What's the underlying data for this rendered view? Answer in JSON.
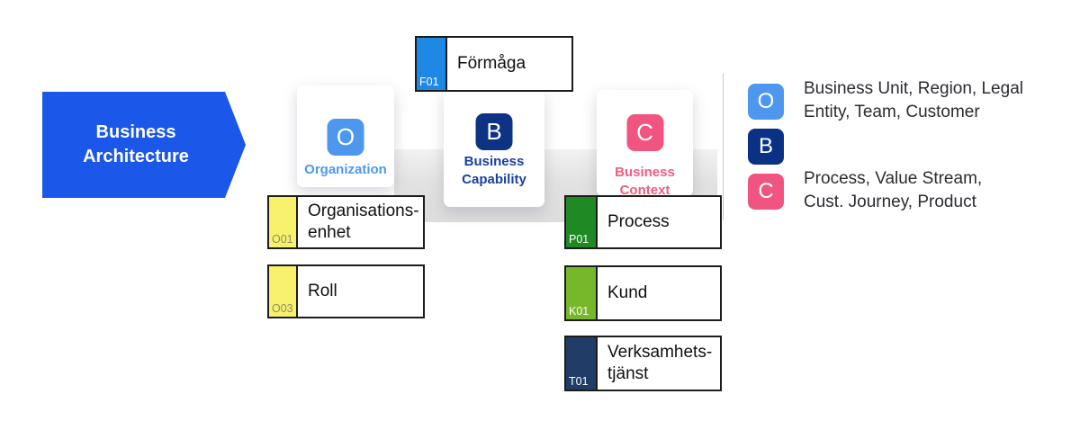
{
  "arrow": {
    "label": "Business\nArchitecture",
    "color": "#1b57e9"
  },
  "cards": [
    {
      "letter": "O",
      "label": "Organization",
      "icon_color": "#4e97ee",
      "label_color": "#4b9af0"
    },
    {
      "letter": "B",
      "label": "Business\nCapability",
      "icon_color": "#0e3384",
      "label_color": "#1c3f9f"
    },
    {
      "letter": "C",
      "label": "Business\nContext",
      "icon_color": "#f1547e",
      "label_color": "#f25c80"
    }
  ],
  "boxes": [
    {
      "id": "F01",
      "label": "Förmåga",
      "strip_color": "#1e88e5",
      "id_color": "#ffffff"
    },
    {
      "id": "O01",
      "label": "Organisations-\nenhet",
      "strip_color": "#f7f16b",
      "id_color": "#8f8f68"
    },
    {
      "id": "O03",
      "label": "Roll",
      "strip_color": "#f7f16b",
      "id_color": "#8f8f68"
    },
    {
      "id": "P01",
      "label": "Process",
      "strip_color": "#1f8a24",
      "id_color": "#ffffff"
    },
    {
      "id": "K01",
      "label": "Kund",
      "strip_color": "#77b82b",
      "id_color": "#ffffff"
    },
    {
      "id": "T01",
      "label": "Verksamhets-\ntjänst",
      "strip_color": "#213c66",
      "id_color": "#ffffff"
    }
  ],
  "legend": {
    "items": [
      {
        "letter": "O",
        "color": "#4e97ee",
        "text": "Business Unit, Region, Legal\nEntity, Team, Customer"
      },
      {
        "letter": "B",
        "color": "#0b3184",
        "text": ""
      },
      {
        "letter": "C",
        "color": "#f1547e",
        "text": "Process, Value Stream,\nCust. Journey, Product"
      }
    ]
  }
}
